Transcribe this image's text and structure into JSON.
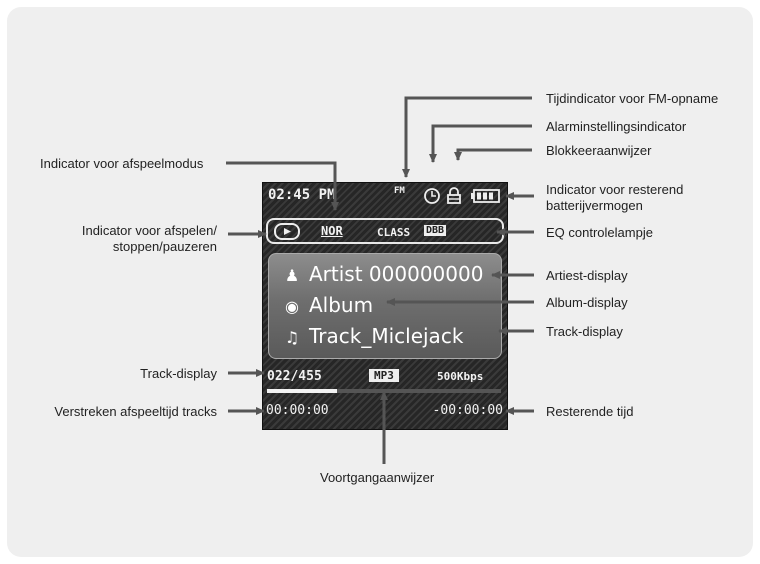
{
  "device": {
    "clock": "02:45 PM",
    "fm_badge": "FM",
    "play_mode": "NOR",
    "eq_label": "CLASS",
    "eq_value": "DBB",
    "artist": "Artist 000000000",
    "album": "Album",
    "track": "Track_Miclejack",
    "track_counter": "022/455",
    "format": "MP3",
    "bitrate": "500Kbps",
    "elapsed": "00:00:00",
    "remaining": "-00:00:00",
    "progress": 0.3
  },
  "labels": {
    "fm_time": "Tijdindicator voor FM-opname",
    "alarm": "Alarminstellingsindicator",
    "lock": "Blokkeeraanwijzer",
    "play_mode": "Indicator voor afspeelmodus",
    "battery_1": "Indicator voor resterend",
    "battery_2": "batterijvermogen",
    "play_stop_1": "Indicator voor afspelen/",
    "play_stop_2": "stoppen/pauzeren",
    "eq": "EQ controlelampje",
    "artist": "Artiest-display",
    "album": "Album-display",
    "track": "Track-display",
    "track_left": "Track-display",
    "elapsed": "Verstreken afspeeltijd tracks",
    "remaining": "Resterende tijd",
    "progress": "Voortgangaanwijzer"
  },
  "icons": [
    "lock-icon",
    "alarm-clock-icon",
    "battery-icon",
    "play-icon",
    "person-icon",
    "disc-icon",
    "music-note-icon"
  ]
}
